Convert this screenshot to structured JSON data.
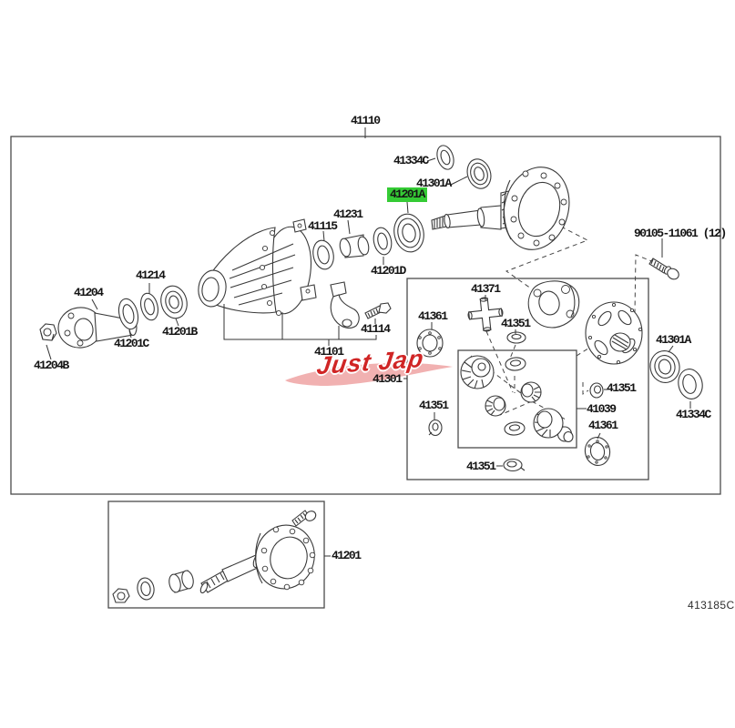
{
  "diagram": {
    "figure_code": "413185C",
    "highlight": {
      "part": "41201A",
      "color": "#35cb35"
    },
    "watermark": {
      "text": "Just Jap",
      "text_color": "#d02525",
      "outline_color": "#ffffff",
      "swoosh_color": "#f0a8a8"
    },
    "line_color": "#3a3a3a",
    "part_labels": [
      {
        "text": "41110"
      },
      {
        "text": "41334C"
      },
      {
        "text": "41301A"
      },
      {
        "text": "41201A",
        "highlighted": true
      },
      {
        "text": "41231"
      },
      {
        "text": "41115"
      },
      {
        "text": "41201D"
      },
      {
        "text": "41214"
      },
      {
        "text": "41204"
      },
      {
        "text": "41201B"
      },
      {
        "text": "41201C"
      },
      {
        "text": "41204B"
      },
      {
        "text": "41114"
      },
      {
        "text": "41101"
      },
      {
        "text": "41301"
      },
      {
        "text": "90105-11061 (12)"
      },
      {
        "text": "41371"
      },
      {
        "text": "41361"
      },
      {
        "text": "41351"
      },
      {
        "text": "41351"
      },
      {
        "text": "41039"
      },
      {
        "text": "41351"
      },
      {
        "text": "41361"
      },
      {
        "text": "41351"
      },
      {
        "text": "41301A"
      },
      {
        "text": "41334C"
      },
      {
        "text": "41201"
      },
      {
        "text": "413185C"
      }
    ]
  }
}
